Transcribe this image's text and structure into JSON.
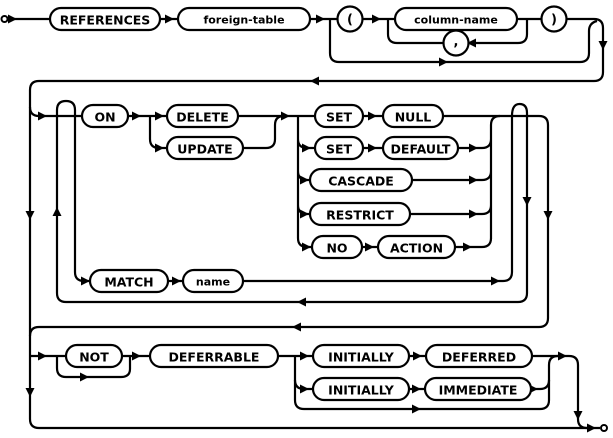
{
  "colors": {
    "line": "#000000",
    "node_fill": "#ffffff",
    "text": "#000000",
    "background": "#ffffff"
  },
  "diagram": {
    "nodes": {
      "references": {
        "label": "REFERENCES",
        "type": "keyword"
      },
      "foreign_table": {
        "label": "foreign-table",
        "type": "nonterminal"
      },
      "lparen": {
        "label": "(",
        "type": "literal"
      },
      "column_name": {
        "label": "column-name",
        "type": "nonterminal"
      },
      "comma": {
        "label": ",",
        "type": "literal"
      },
      "rparen": {
        "label": ")",
        "type": "literal"
      },
      "on": {
        "label": "ON",
        "type": "keyword"
      },
      "delete": {
        "label": "DELETE",
        "type": "keyword"
      },
      "update": {
        "label": "UPDATE",
        "type": "keyword"
      },
      "set_1": {
        "label": "SET",
        "type": "keyword"
      },
      "null": {
        "label": "NULL",
        "type": "keyword"
      },
      "set_2": {
        "label": "SET",
        "type": "keyword"
      },
      "default": {
        "label": "DEFAULT",
        "type": "keyword"
      },
      "cascade": {
        "label": "CASCADE",
        "type": "keyword"
      },
      "restrict": {
        "label": "RESTRICT",
        "type": "keyword"
      },
      "no": {
        "label": "NO",
        "type": "keyword"
      },
      "action": {
        "label": "ACTION",
        "type": "keyword"
      },
      "match": {
        "label": "MATCH",
        "type": "keyword"
      },
      "name": {
        "label": "name",
        "type": "nonterminal"
      },
      "not": {
        "label": "NOT",
        "type": "keyword"
      },
      "deferrable": {
        "label": "DEFERRABLE",
        "type": "keyword"
      },
      "initially_1": {
        "label": "INITIALLY",
        "type": "keyword"
      },
      "deferred": {
        "label": "DEFERRED",
        "type": "keyword"
      },
      "initially_2": {
        "label": "INITIALLY",
        "type": "keyword"
      },
      "immediate": {
        "label": "IMMEDIATE",
        "type": "keyword"
      }
    }
  }
}
